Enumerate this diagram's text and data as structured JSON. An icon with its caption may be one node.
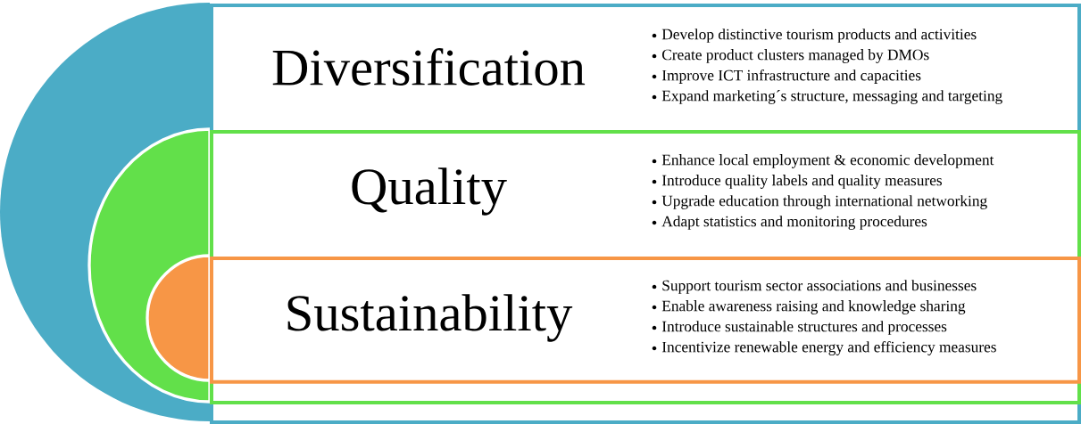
{
  "diagram": {
    "nodes": [
      {
        "text": [
          "Diversification",
          "Develop distinctive tourism products and activities",
          "Create product clusters managed by DMOs",
          "Improve ICT infrastructure and capacities",
          "Expand marketing´s structure, messaging and targeting"
        ]
      },
      {
        "text": [
          "Quality",
          "Enhance local employment & economic development",
          "Introduce quality labels and quality measures",
          "Upgrade education through international networking",
          "Adapt statistics and monitoring procedures"
        ],
        "in": 0
      },
      {
        "text": [
          "Sustainability",
          "Support tourism sector associations and businesses",
          "Enable awareness raising and knowledge sharing",
          "Introduce sustainable structures and processes",
          "Incentivize renewable energy and efficiency measures"
        ],
        "in": 1
      }
    ]
  }
}
